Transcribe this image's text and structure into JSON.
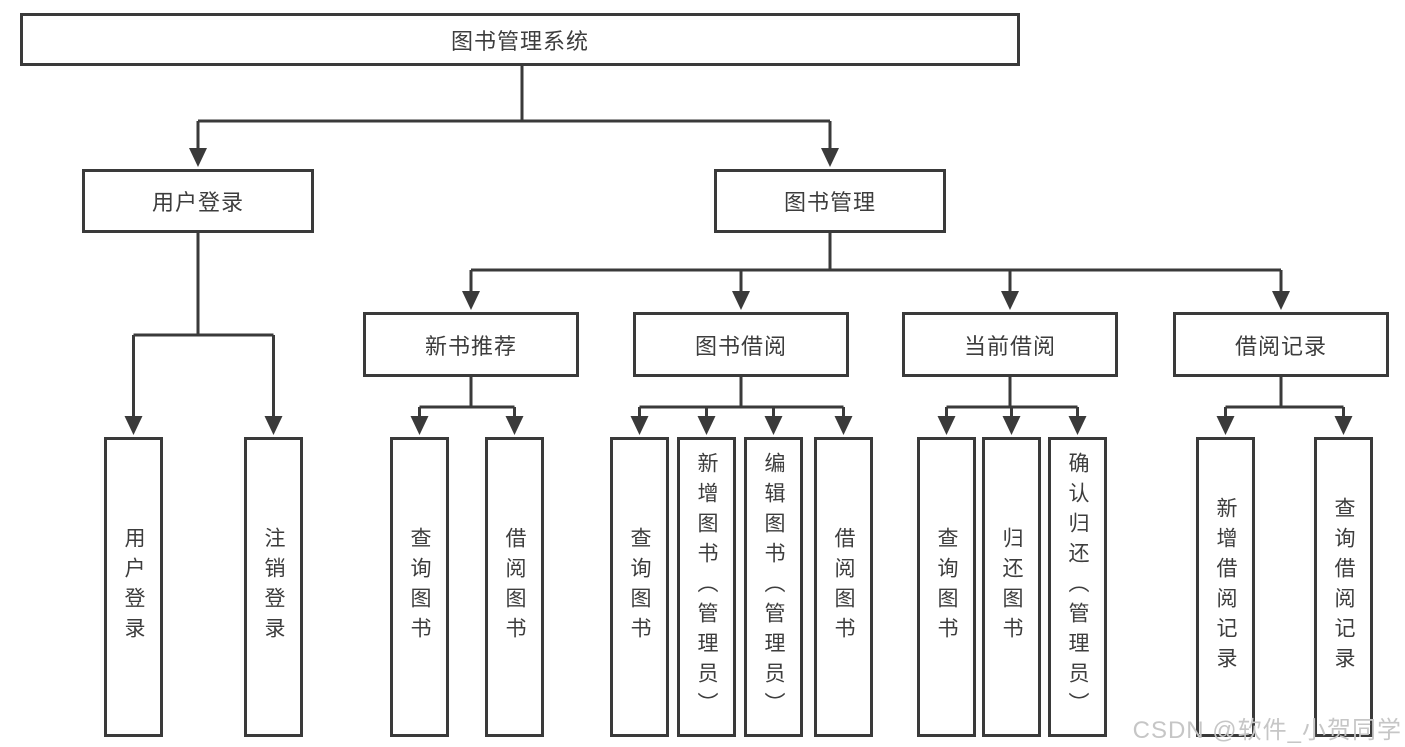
{
  "diagram": {
    "root": {
      "label": "图书管理系统"
    },
    "level2": [
      {
        "label": "用户登录",
        "children": [
          {
            "label": "用户登录"
          },
          {
            "label": "注销登录"
          }
        ]
      },
      {
        "label": "图书管理",
        "children": [
          {
            "label": "新书推荐",
            "children": [
              {
                "label": "查询图书"
              },
              {
                "label": "借阅图书"
              }
            ]
          },
          {
            "label": "图书借阅",
            "children": [
              {
                "label": "查询图书"
              },
              {
                "label": "新增图书（管理员）"
              },
              {
                "label": "编辑图书（管理员）"
              },
              {
                "label": "借阅图书"
              }
            ]
          },
          {
            "label": "当前借阅",
            "children": [
              {
                "label": "查询图书"
              },
              {
                "label": "归还图书"
              },
              {
                "label": "确认归还（管理员）"
              }
            ]
          },
          {
            "label": "借阅记录",
            "children": [
              {
                "label": "新增借阅记录"
              },
              {
                "label": "查询借阅记录"
              }
            ]
          }
        ]
      }
    ]
  },
  "watermark": {
    "text": "CSDN @软件_小贺同学"
  },
  "colors": {
    "line": "#3a3a3a",
    "box_border": "#3a3a3a",
    "text": "#3d3d3d",
    "watermark": "#c6c6c6",
    "background": "#ffffff"
  }
}
